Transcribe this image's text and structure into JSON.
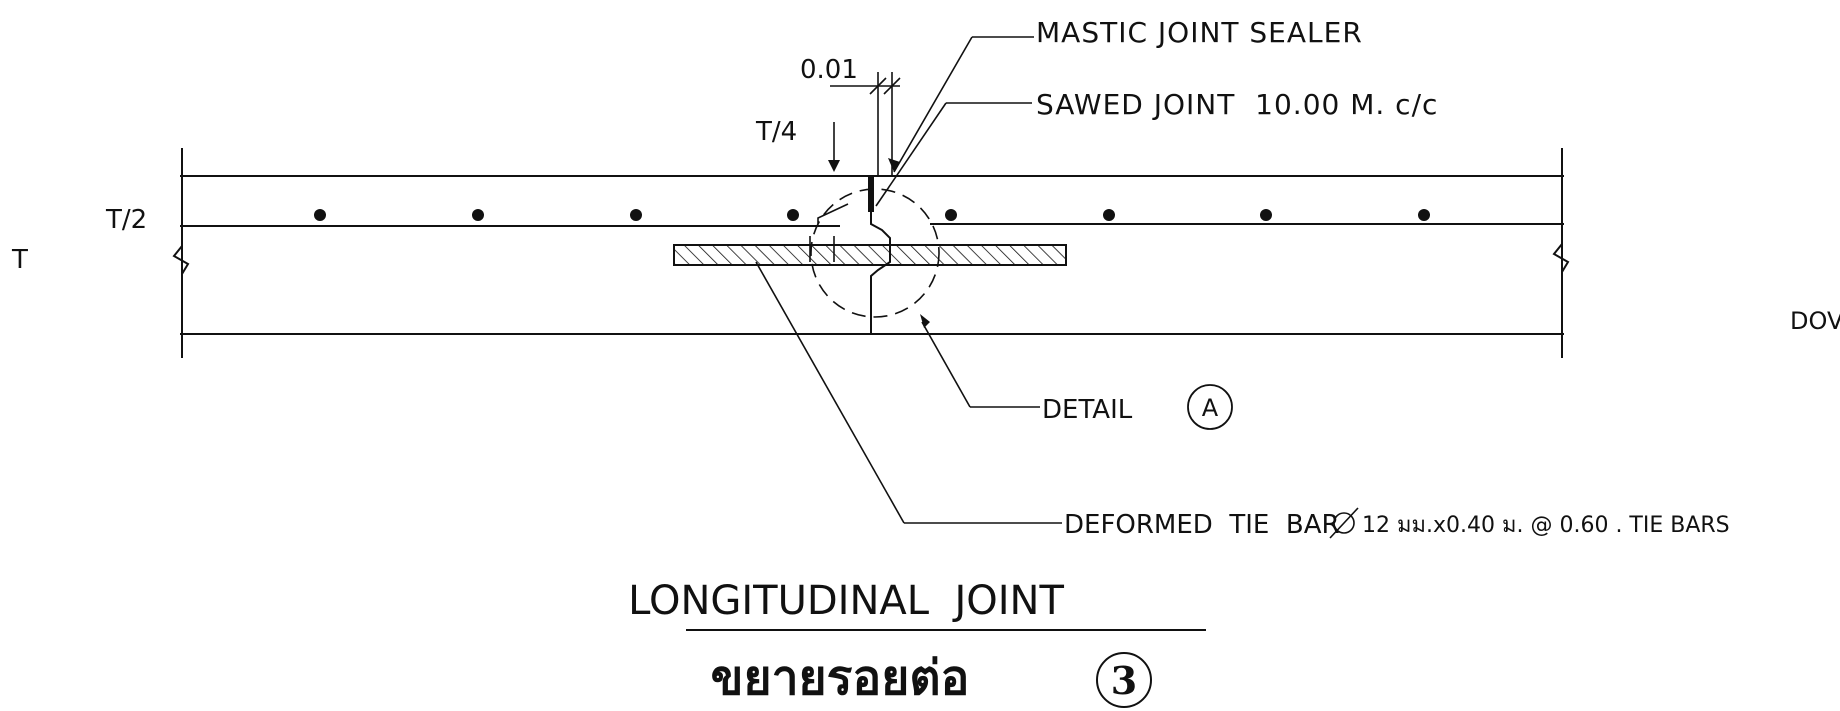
{
  "labels": {
    "mastic_sealer": "MASTIC JOINT SEALER",
    "sawed_joint": "SAWED JOINT  10.00 M. c/c",
    "gap": "0.01",
    "quarter_depth": "T/4",
    "half_depth": "T/2",
    "thickness": "T",
    "detail": "DETAIL",
    "detail_marker": "A",
    "tie_bar": "DEFORMED  TIE  BAR",
    "tie_bar_spec": "12 มม.x0.40 ม. @ 0.60 . TIE BARS",
    "dowel_partial": "DOV"
  },
  "title": {
    "main": "LONGITUDINAL  JOINT",
    "thai": "ขยายรอยต่อ",
    "number": "3"
  },
  "icons": {
    "diameter_symbol": "diameter-icon",
    "reinforcement": "rebar-dot-icon",
    "break_line": "break-line-icon"
  }
}
